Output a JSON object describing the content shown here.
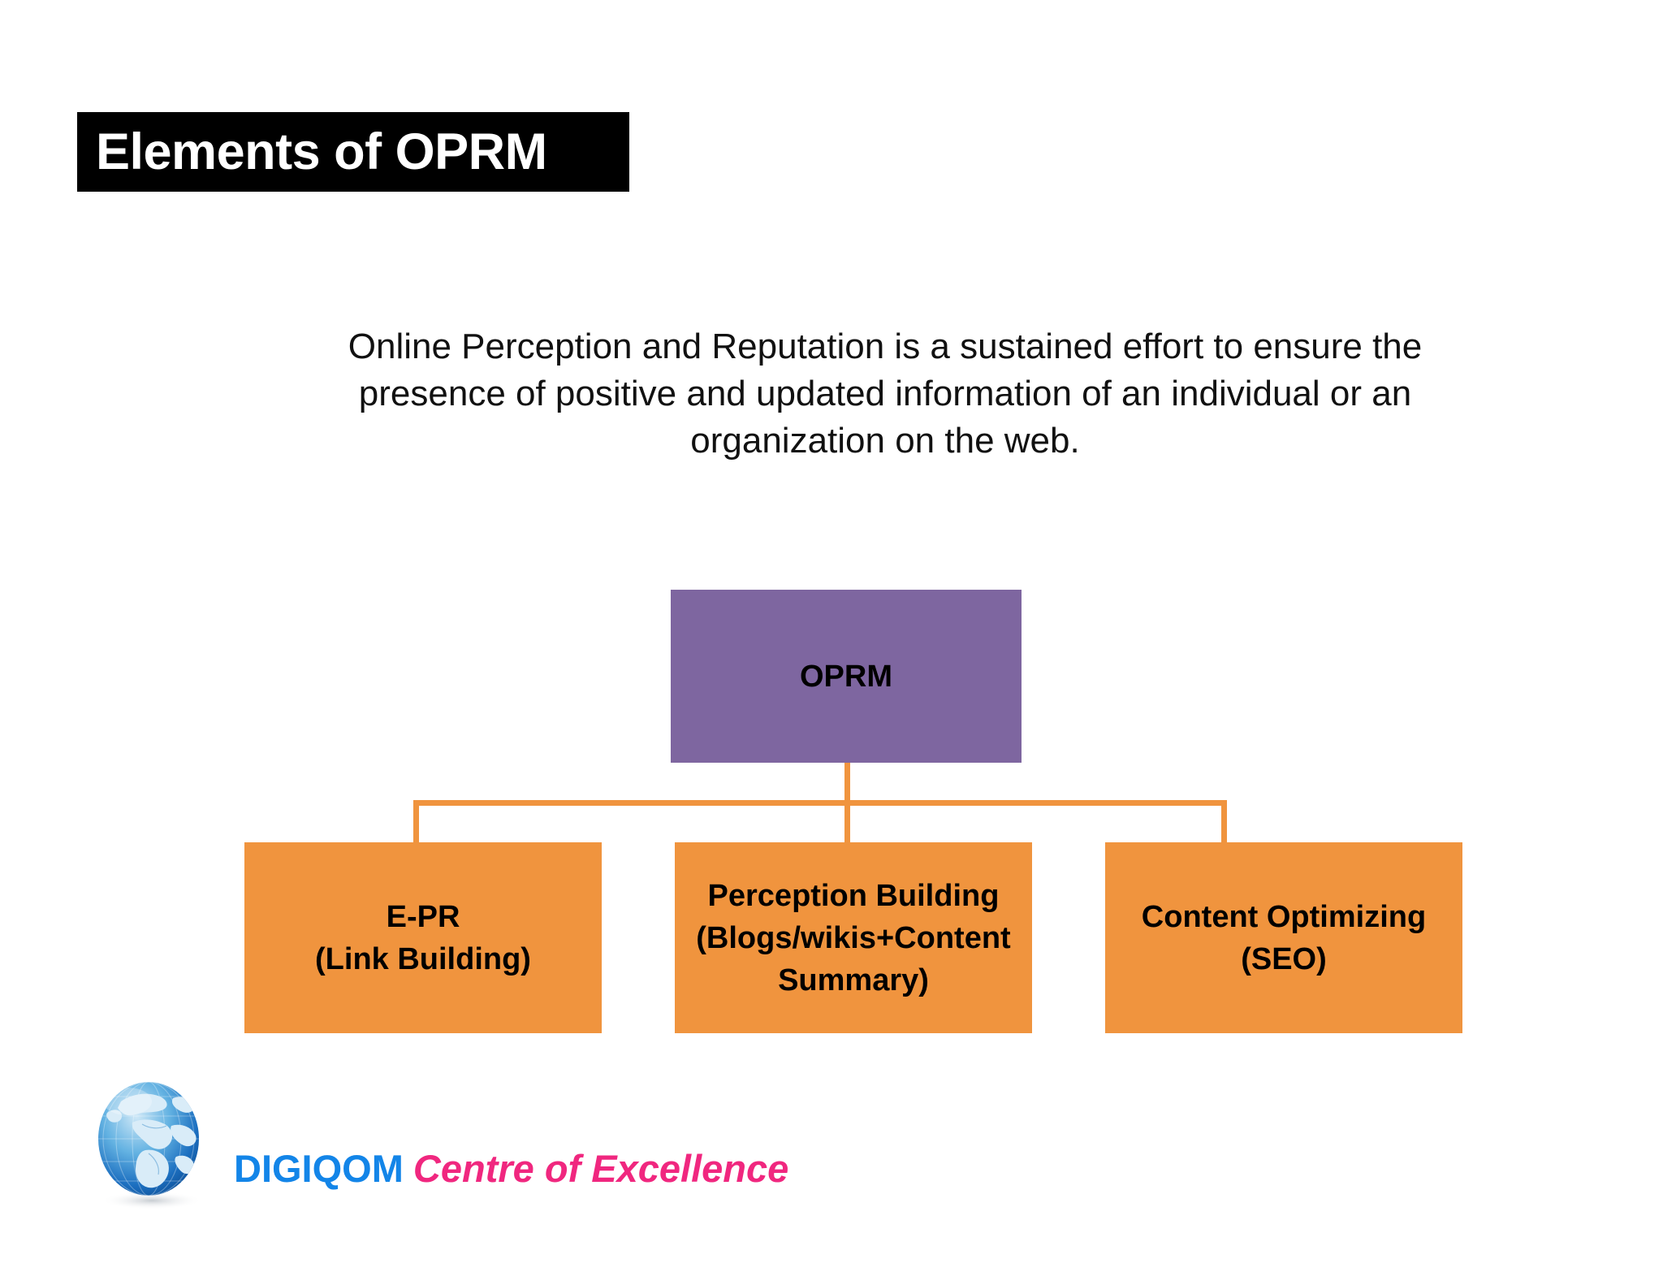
{
  "slide": {
    "title": "Elements of OPRM",
    "body_paragraph": "Online Perception and Reputation is a sustained effort to ensure the presence of positive and updated information of an individual or an organization on the web."
  },
  "diagram": {
    "type": "hierarchy",
    "root": {
      "label": "OPRM",
      "color": "#7e66a0"
    },
    "connector_color": "#f0943e",
    "children": [
      {
        "label_line_1": "E-PR",
        "label_line_2": "(Link Building)",
        "label_line_3": "",
        "color": "#f0943e"
      },
      {
        "label_line_1": "Perception Building",
        "label_line_2": "(Blogs/wikis+Content",
        "label_line_3": "Summary)",
        "color": "#f0943e"
      },
      {
        "label_line_1": "Content Optimizing",
        "label_line_2": "(SEO)",
        "label_line_3": "",
        "color": "#f0943e"
      }
    ]
  },
  "footer": {
    "brand": "DIGIQOM",
    "tagline": "Centre of Excellence",
    "brand_color": "#1385e8",
    "tagline_color": "#f0277f",
    "logo_icon": "globe-icon"
  }
}
